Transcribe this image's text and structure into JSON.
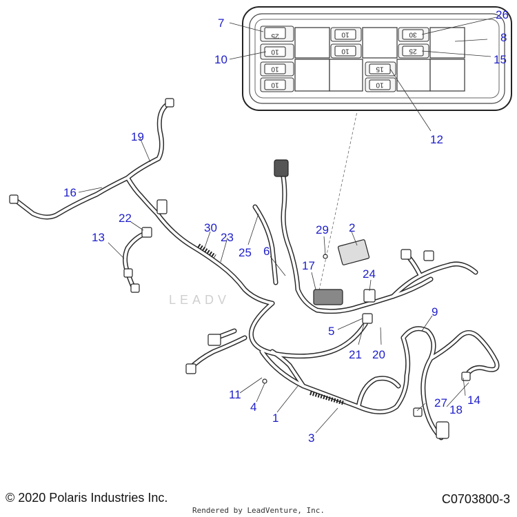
{
  "callouts": {
    "c1": "1",
    "c2": "2",
    "c3": "3",
    "c4": "4",
    "c5": "5",
    "c6": "6",
    "c7": "7",
    "c8": "8",
    "c9": "9",
    "c10": "10",
    "c11": "11",
    "c12": "12",
    "c13": "13",
    "c14": "14",
    "c15": "15",
    "c16": "16",
    "c17": "17",
    "c18": "18",
    "c19": "19",
    "c20": "20",
    "c21": "21",
    "c22": "22",
    "c23": "23",
    "c24": "24",
    "c25": "25",
    "c26": "26",
    "c27": "27",
    "c29": "29",
    "c30": "30"
  },
  "fuse_box": {
    "fuses": [
      {
        "rating": "25"
      },
      {
        "rating": "10"
      },
      {
        "rating": "10"
      },
      {
        "rating": "10"
      },
      {
        "rating": "10"
      },
      {
        "rating": "10"
      },
      {
        "rating": "30"
      },
      {
        "rating": "25"
      },
      {
        "rating": "15"
      },
      {
        "rating": "10"
      }
    ]
  },
  "watermark": "LEADV",
  "footer": {
    "copyright": "© 2020 Polaris Industries Inc.",
    "figure_id": "C0703800-3",
    "rendered_by": "Rendered by LeadVenture, Inc."
  },
  "colors": {
    "callout": "#1d1dc9",
    "line": "#333333",
    "harness_fill": "#ffffff"
  }
}
